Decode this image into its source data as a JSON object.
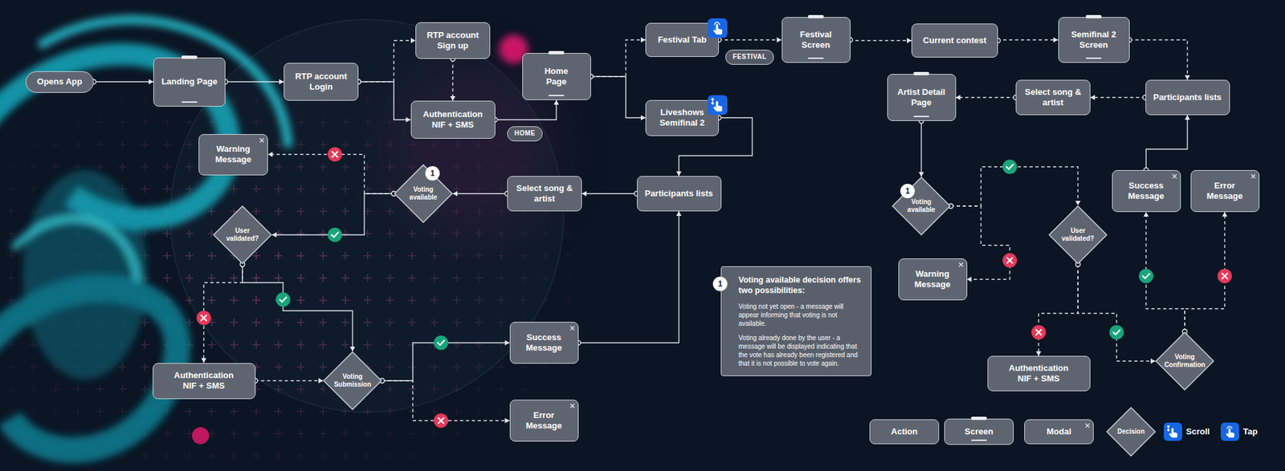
{
  "diagram": {
    "nodes": [
      {
        "text": [
          "Opens App"
        ]
      },
      {
        "text": [
          "Landing Page"
        ]
      },
      {
        "text": [
          "RTP account Login"
        ]
      },
      {
        "text": [
          "RTP account Sign up"
        ]
      },
      {
        "text": [
          "Authentication NIF + SMS"
        ]
      },
      {
        "text": [
          "HOME"
        ]
      },
      {
        "text": [
          "Home Page"
        ]
      },
      {
        "text": [
          "Festival Tab"
        ]
      },
      {
        "text": [
          "FESTIVAL"
        ]
      },
      {
        "text": [
          "Liveshows Semifinal 2"
        ]
      },
      {
        "text": [
          "Festival Screen"
        ]
      },
      {
        "text": [
          "Current contest"
        ]
      },
      {
        "text": [
          "Semifinal 2 Screen"
        ]
      },
      {
        "text": [
          "Participants lists"
        ]
      },
      {
        "text": [
          "Select song & artist"
        ]
      },
      {
        "text": [
          "Artist Detail Page"
        ]
      },
      {
        "text": [
          "Voting available"
        ]
      },
      {
        "text": [
          "Warning Message"
        ]
      },
      {
        "text": [
          "User validated?"
        ]
      },
      {
        "text": [
          "Authentication NIF + SMS"
        ]
      },
      {
        "text": [
          "Voting Confirmation"
        ]
      },
      {
        "text": [
          "Success Message"
        ]
      },
      {
        "text": [
          "Error Message"
        ]
      },
      {
        "text": [
          "Participants lists"
        ]
      },
      {
        "text": [
          "Select song & artist"
        ]
      },
      {
        "text": [
          "Voting available"
        ]
      },
      {
        "text": [
          "Warning Message"
        ]
      },
      {
        "text": [
          "User validated?"
        ]
      },
      {
        "text": [
          "Authentication NIF + SMS"
        ]
      },
      {
        "text": [
          "Voting Submission"
        ]
      },
      {
        "text": [
          "Success Message"
        ]
      },
      {
        "text": [
          "Error Message"
        ]
      },
      {
        "text": [
          "Voting available decision offers two possibilities:",
          "Voting not yet open - a message will appear informing that voting is not available.",
          "Voting already done by the user - a message will be displayed indicating that the vote has already been registered and that it is not possible to vote again."
        ]
      }
    ],
    "edges": [
      {
        "from": 0,
        "to": 1,
        "arrow": "to"
      },
      {
        "from": 1,
        "to": 2,
        "arrow": "to"
      },
      {
        "from": 2,
        "to": 3,
        "arrow": "to"
      },
      {
        "from": 2,
        "to": 4,
        "arrow": "to"
      },
      {
        "from": 3,
        "to": 4,
        "arrow": "to"
      },
      {
        "from": 4,
        "to": 6,
        "arrow": "to"
      },
      {
        "from": 6,
        "to": 7,
        "arrow": "to"
      },
      {
        "from": 6,
        "to": 9,
        "arrow": "to"
      },
      {
        "from": 7,
        "to": 10,
        "arrow": "to"
      },
      {
        "from": 10,
        "to": 11,
        "arrow": "to"
      },
      {
        "from": 11,
        "to": 12,
        "arrow": "to"
      },
      {
        "from": 12,
        "to": 13,
        "arrow": "to"
      },
      {
        "from": 13,
        "to": 14,
        "arrow": "to"
      },
      {
        "from": 14,
        "to": 15,
        "arrow": "to"
      },
      {
        "from": 15,
        "to": 16,
        "arrow": "to"
      },
      {
        "from": 16,
        "to": 18,
        "arrow": "to"
      },
      {
        "from": 16,
        "to": 17,
        "arrow": "to"
      },
      {
        "from": 18,
        "to": 19,
        "arrow": "to"
      },
      {
        "from": 18,
        "to": 20,
        "arrow": "to"
      },
      {
        "from": 20,
        "to": 21,
        "arrow": "to"
      },
      {
        "from": 20,
        "to": 22,
        "arrow": "to"
      },
      {
        "from": 21,
        "to": 13,
        "arrow": "to"
      },
      {
        "from": 9,
        "to": 23,
        "arrow": "to"
      },
      {
        "from": 23,
        "to": 24,
        "arrow": "to"
      },
      {
        "from": 24,
        "to": 25,
        "arrow": "to"
      },
      {
        "from": 25,
        "to": 26,
        "arrow": "to"
      },
      {
        "from": 25,
        "to": 27,
        "arrow": "to"
      },
      {
        "from": 27,
        "to": 28,
        "arrow": "to"
      },
      {
        "from": 27,
        "to": 29,
        "arrow": "to"
      },
      {
        "from": 28,
        "to": 29,
        "arrow": "to"
      },
      {
        "from": 29,
        "to": 30,
        "arrow": "to"
      },
      {
        "from": 29,
        "to": 31,
        "arrow": "to"
      },
      {
        "from": 30,
        "to": 23,
        "arrow": "to"
      }
    ],
    "labels": [
      "1",
      "1",
      "1"
    ],
    "legend": [
      {
        "text": "Action"
      },
      {
        "text": "Screen"
      },
      {
        "text": "Modal"
      },
      {
        "text": "Decision"
      },
      {
        "text": "Scroll"
      },
      {
        "text": "Tap"
      }
    ]
  }
}
